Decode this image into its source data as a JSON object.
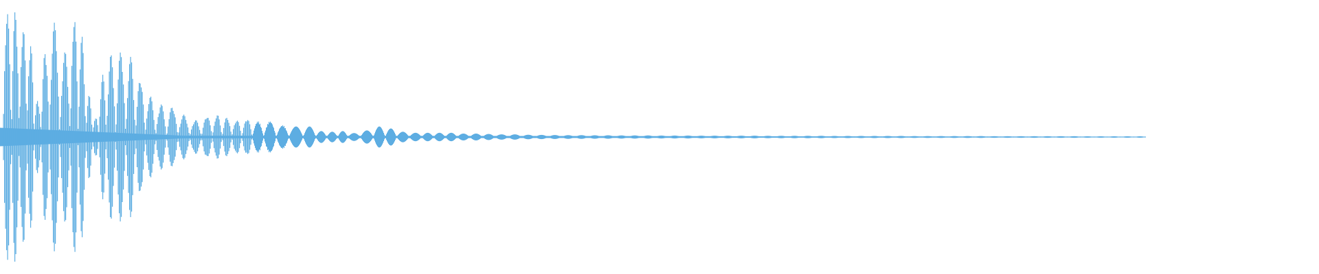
{
  "chart_data": {
    "type": "area",
    "title": "",
    "xlabel": "",
    "ylabel": "",
    "grid": false,
    "ylim": [
      -1,
      1
    ],
    "color": "#5dade2",
    "background": "#ffffff",
    "lobe_amplitudes": [
      0.97,
      0.98,
      0.87,
      0.74,
      0.29,
      0.68,
      0.87,
      0.65,
      0.94,
      0.77,
      0.32,
      0.16,
      0.48,
      0.63,
      0.65,
      0.61,
      0.45,
      0.31,
      0.25,
      0.23,
      0.17,
      0.13,
      0.16,
      0.17,
      0.15,
      0.13,
      0.14,
      0.12,
      0.12,
      0.09,
      0.08,
      0.08,
      0.045,
      0.04,
      0.045,
      0.03,
      0.05,
      0.08,
      0.065,
      0.04,
      0.032,
      0.032,
      0.032,
      0.032,
      0.026,
      0.026,
      0.023,
      0.02,
      0.02,
      0.017,
      0.016,
      0.015,
      0.014,
      0.014,
      0.013,
      0.013,
      0.012,
      0.012,
      0.012,
      0.011,
      0.011,
      0.011,
      0.01,
      0.01,
      0.01,
      0.01,
      0.01,
      0.009,
      0.009,
      0.009,
      0.009,
      0.009,
      0.008,
      0.008,
      0.008,
      0.008,
      0.008,
      0.008,
      0.007,
      0.007,
      0.007,
      0.007,
      0.007,
      0.007,
      0.006,
      0.006,
      0.006,
      0.006,
      0.006,
      0.006,
      0.006,
      0.005,
      0.005,
      0.005,
      0.005,
      0.005
    ],
    "baseline_band": 0.07
  }
}
